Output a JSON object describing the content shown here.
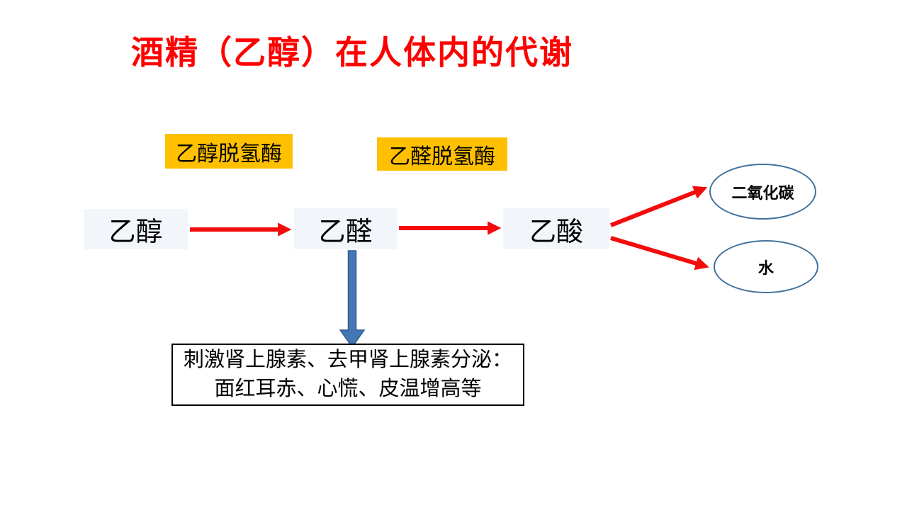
{
  "title": "酒精（乙醇）在人体内的代谢",
  "diagram": {
    "enzymes": [
      {
        "label": "乙醇脱氢酶"
      },
      {
        "label": "乙醛脱氢酶"
      }
    ],
    "nodes": [
      {
        "label": "乙醇"
      },
      {
        "label": "乙醛"
      },
      {
        "label": "乙酸"
      }
    ],
    "products": [
      {
        "label": "二氧化碳"
      },
      {
        "label": "水"
      }
    ],
    "note": {
      "line1": "刺激肾上腺素、去甲肾上腺素分泌：",
      "line2": "面红耳赤、心慌、皮温增高等"
    }
  },
  "colors": {
    "title_color": "#FF0000",
    "arrow_red": "#F40B0B",
    "enzyme_bg": "#FFC000",
    "node_bg": "#F2F6FB",
    "blue_arrow_fill": "#4677B5",
    "blue_arrow_stroke": "#2F5C98",
    "ellipse_border": "#41719C",
    "note_border": "#000000"
  }
}
